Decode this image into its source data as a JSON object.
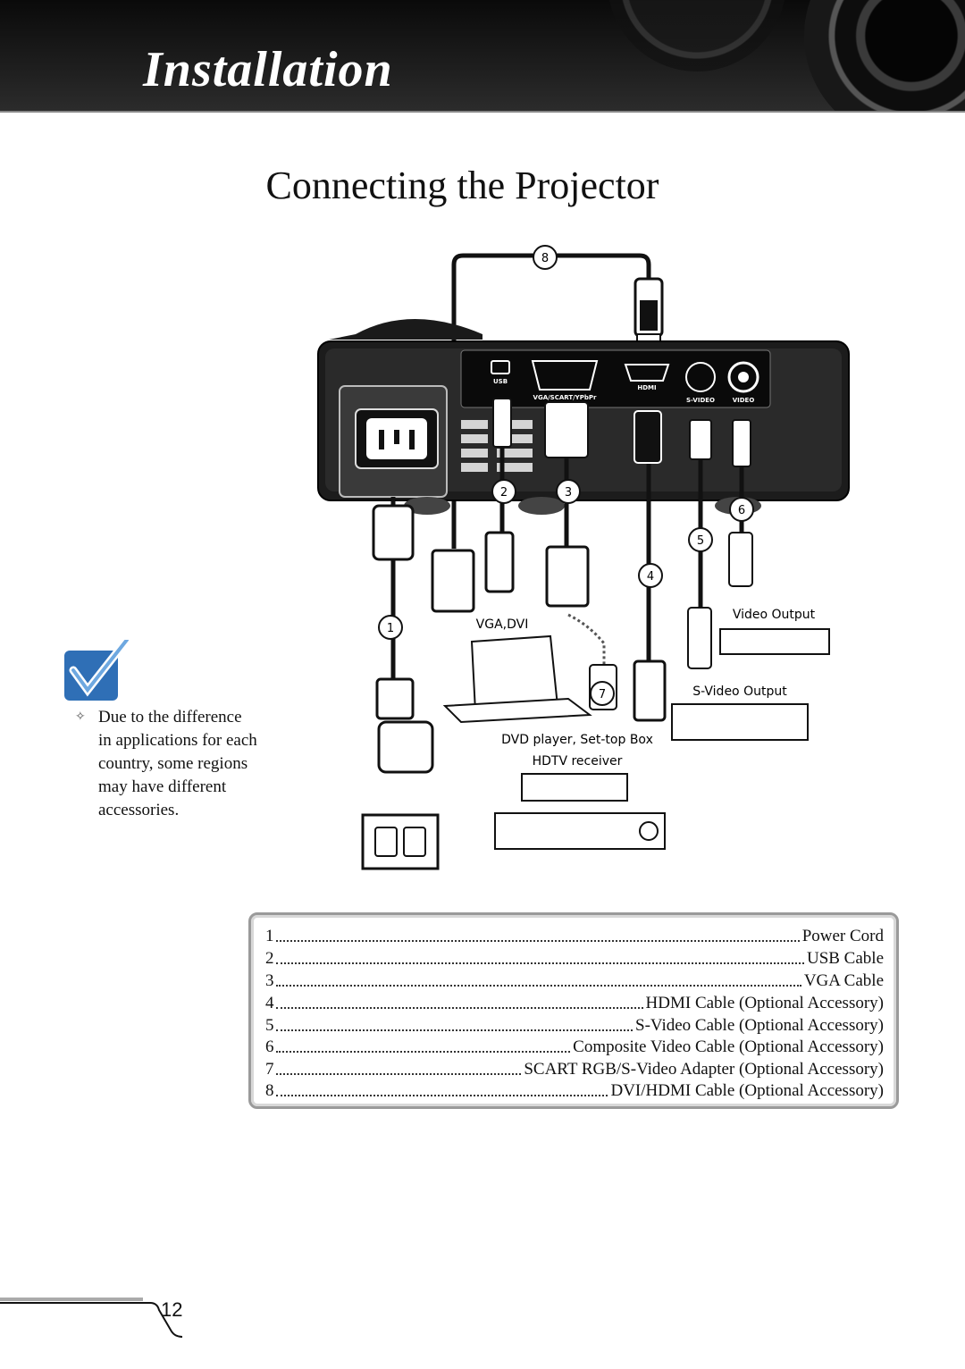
{
  "header": {
    "section_title": "Installation"
  },
  "page": {
    "title": "Connecting the Projector",
    "page_number": "12"
  },
  "diagram": {
    "ports": [
      "USB",
      "VGA/SCART/YPbPr",
      "HDMI",
      "S-VIDEO",
      "VIDEO"
    ],
    "callouts": [
      "1",
      "2",
      "3",
      "4",
      "5",
      "6",
      "7",
      "8"
    ],
    "device_labels": {
      "vga_dvi": "VGA,DVI",
      "video_output": "Video Output",
      "svideo_output": "S-Video Output",
      "dvd": "DVD player, Set-top Box",
      "hdtv": "HDTV receiver"
    }
  },
  "note": {
    "icon": "note-checkmark-icon",
    "text": "Due to the difference in applications for each country, some regions may have different accessories."
  },
  "legend": [
    {
      "num": "1",
      "label": "Power Cord"
    },
    {
      "num": "2",
      "label": "USB Cable"
    },
    {
      "num": "3",
      "label": "VGA Cable"
    },
    {
      "num": "4",
      "label": "HDMI Cable (Optional Accessory)"
    },
    {
      "num": "5",
      "label": "S-Video Cable (Optional Accessory)"
    },
    {
      "num": "6",
      "label": "Composite Video Cable (Optional Accessory)"
    },
    {
      "num": "7",
      "label": "SCART RGB/S-Video Adapter (Optional Accessory)"
    },
    {
      "num": "8",
      "label": "DVI/HDMI Cable (Optional Accessory)"
    }
  ]
}
